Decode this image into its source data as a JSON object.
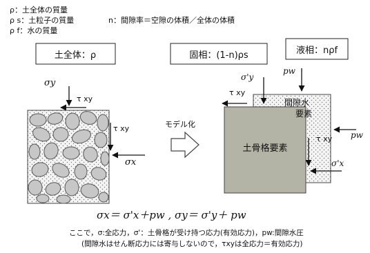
{
  "legend": {
    "rho": "ρ：土全体の質量",
    "rho_s": "ρ s：土粒子の質量",
    "rho_f": "ρ f：水の質量",
    "porosity": "n：間隙率＝空隙の体積／全体の体積"
  },
  "boxes": {
    "whole": "土全体：ρ",
    "solid": "固相：(1-n)ρs",
    "liquid": "液相：nρf"
  },
  "left": {
    "sigma_y": "σy",
    "tau_xy_top": "τ xy",
    "tau_xy_side": "τ xy",
    "sigma_x": "σx"
  },
  "arrow_label": "モデル化",
  "right": {
    "sigma_prime_y": "σ'y",
    "tau_xy_top": "τ xy",
    "p_w_top": "pw",
    "pore_water_line1": "間隙水",
    "pore_water_line2": "要素",
    "p_w_side": "pw",
    "skeleton": "土骨格要素",
    "tau_xy_side": "τ xy",
    "sigma_prime_x": "σ'x"
  },
  "equation": "σx＝ σ'x＋pw ,  σy＝ σ'y＋ pw",
  "note_line1": "ここで，σ:全応力，σ'：土骨格が受け持つ応力(有効応力)，pw:間隙水圧",
  "note_line2": "(間隙水はせん断応力には寄与しないので，τxyは全応力＝有効応力)"
}
